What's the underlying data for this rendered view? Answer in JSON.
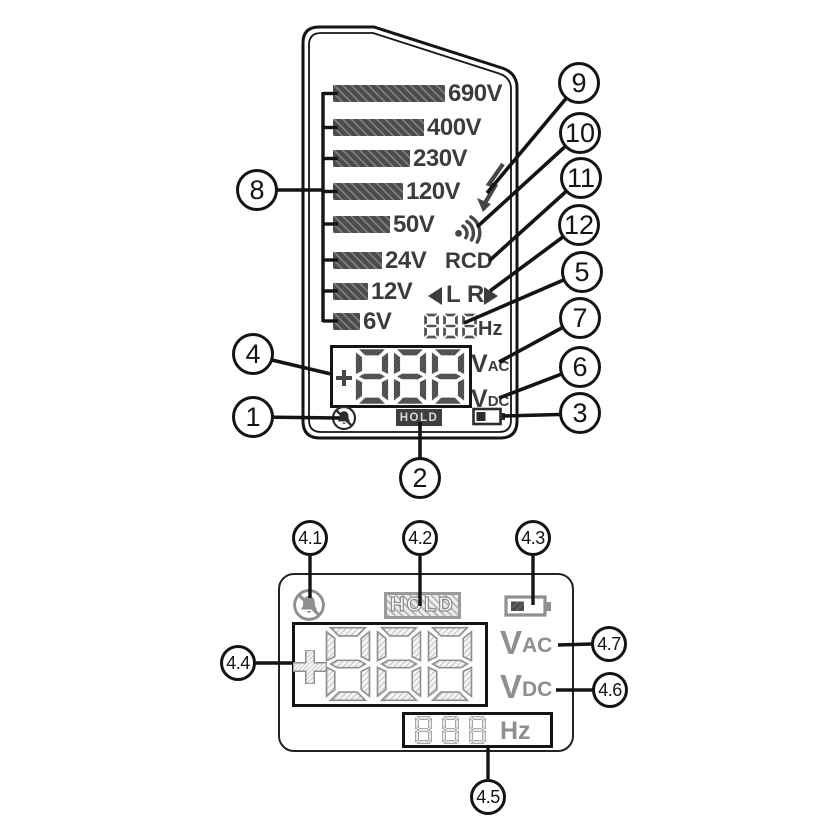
{
  "top_display": {
    "voltage_bars": [
      "690V",
      "400V",
      "230V",
      "120V",
      "50V",
      "24V",
      "12V",
      "6V"
    ],
    "rcd": "RCD",
    "phase_left": "L",
    "phase_right": "R",
    "freq_value": "888",
    "freq_unit": "Hz",
    "main_sign": "+",
    "main_value": "888",
    "volt_ac_v": "V",
    "volt_ac_sub": "AC",
    "volt_dc_v": "V",
    "volt_dc_sub": "DC",
    "hold": "HOLD",
    "icons": {
      "hazard": "lightning-high-voltage",
      "buzzer": "sound-waves",
      "mute": "bell-crossed",
      "battery": "battery-level"
    }
  },
  "zoom_display": {
    "hold": "HOLD",
    "main_sign": "+",
    "main_value": "888",
    "freq_value": "888",
    "freq_unit": "Hz",
    "volt_ac_v": "V",
    "volt_ac_sub": "AC",
    "volt_dc_v": "V",
    "volt_dc_sub": "DC"
  },
  "callouts": {
    "c1": "1",
    "c2": "2",
    "c3": "3",
    "c4": "4",
    "c5": "5",
    "c6": "6",
    "c7": "7",
    "c8": "8",
    "c9": "9",
    "c10": "10",
    "c11": "11",
    "c12": "12",
    "c4_1": "4.1",
    "c4_2": "4.2",
    "c4_3": "4.3",
    "c4_4": "4.4",
    "c4_5": "4.5",
    "c4_6": "4.6",
    "c4_7": "4.7"
  },
  "colors": {
    "ink": "#141414",
    "segment_dark": "#4d4d4d",
    "segment_gray": "#8f8f8f",
    "label_gray": "#3c3c3c"
  }
}
